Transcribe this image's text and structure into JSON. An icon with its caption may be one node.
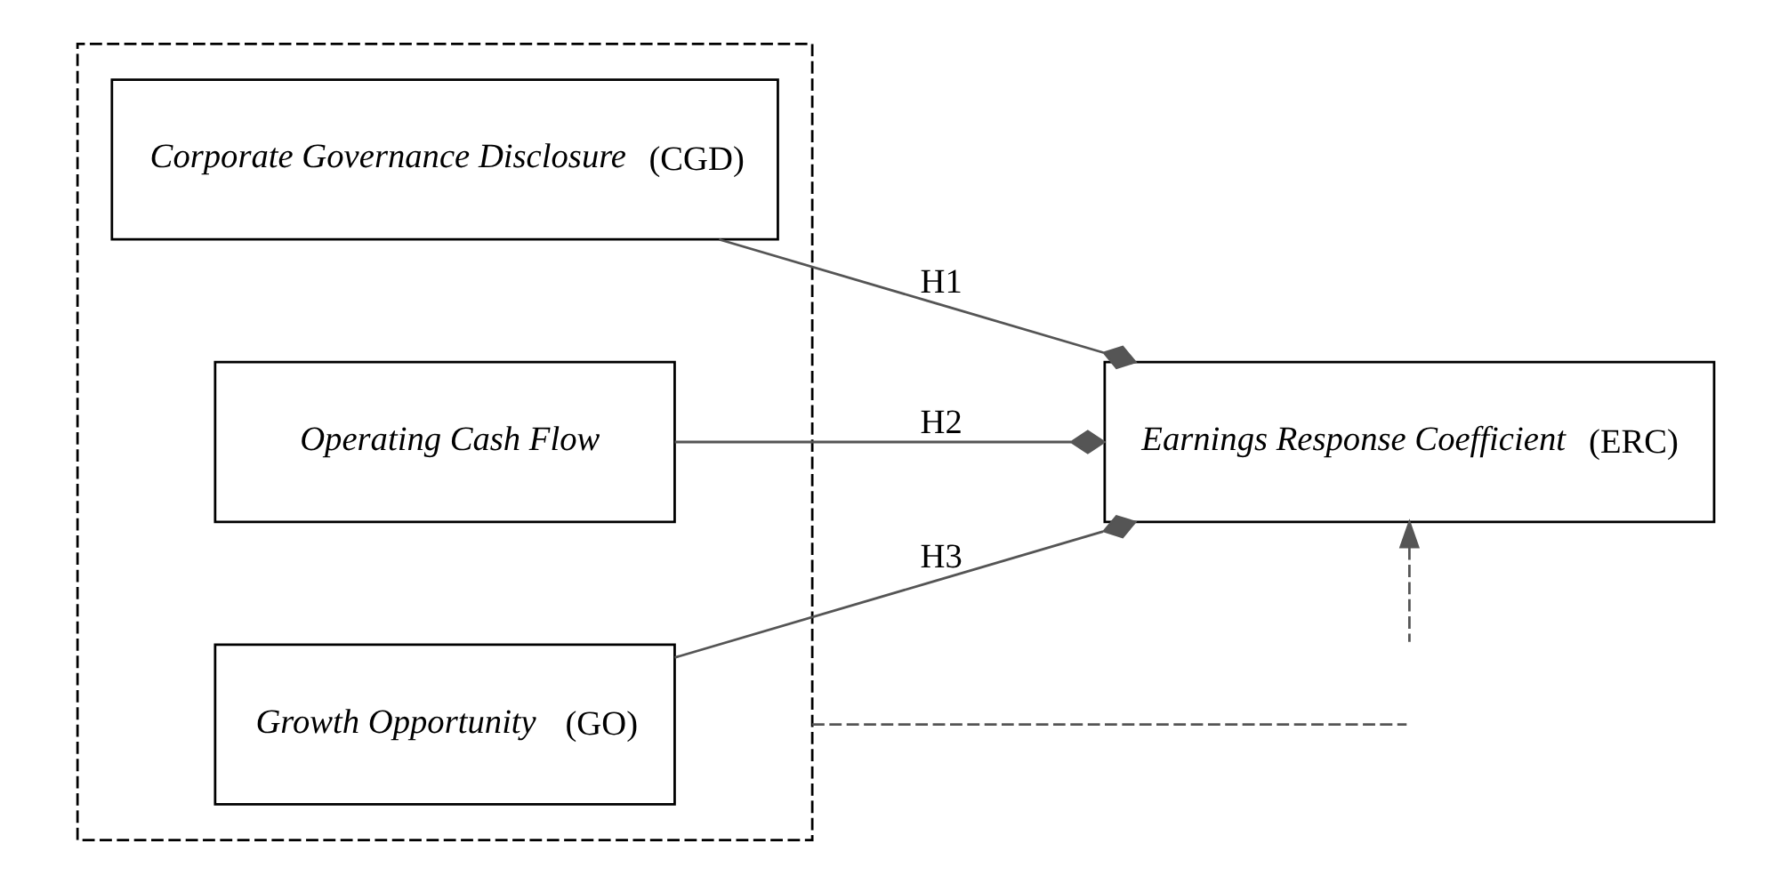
{
  "diagram": {
    "nodes": [
      {
        "text": [],
        "shape": "box"
      },
      {
        "text": [
          "*Corporate Governance Disclosure* (CGD)"
        ],
        "in": 0
      },
      {
        "text": [
          "*Operating Cash Flow*"
        ],
        "in": 0
      },
      {
        "text": [
          "*Growth Opportunity* (GO)"
        ],
        "in": 0
      },
      {
        "text": [
          "*Earnings Response Coefficient* (ERC)"
        ]
      }
    ],
    "edges": [
      {
        "from": 1,
        "to": 4,
        "arrow": "other",
        "label": "H1"
      },
      {
        "from": 2,
        "to": 4,
        "arrow": "other",
        "label": "H2"
      },
      {
        "from": 3,
        "to": 4,
        "arrow": "other",
        "label": "H3"
      },
      {
        "from": 0,
        "to": null,
        "arrow": "none",
        "style": "dashed"
      },
      {
        "from": null,
        "to": 4,
        "arrow": "to",
        "style": "dashed"
      }
    ]
  }
}
